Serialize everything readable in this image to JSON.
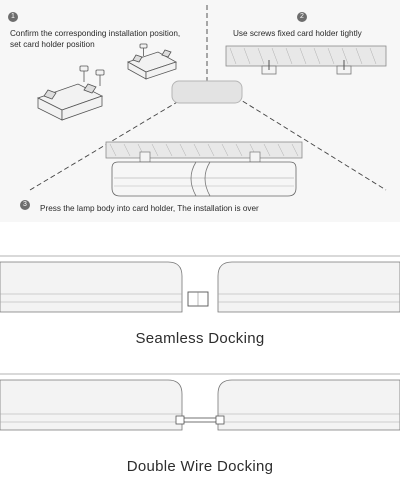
{
  "steps": [
    {
      "number": "1",
      "text_line1": "Confirm the corresponding installation position,",
      "text_line2": "set card holder position"
    },
    {
      "number": "2",
      "text_line1": "Use screws fixed card holder tightly"
    },
    {
      "number": "3",
      "text_line1": "Press the lamp body into card holder, The installation is over"
    }
  ],
  "captions": {
    "seamless": "Seamless Docking",
    "double_wire": "Double Wire Docking"
  },
  "colors": {
    "line": "#3a3a3a",
    "light_stroke": "#9a9a9a",
    "badge": "#6d6d6d"
  }
}
